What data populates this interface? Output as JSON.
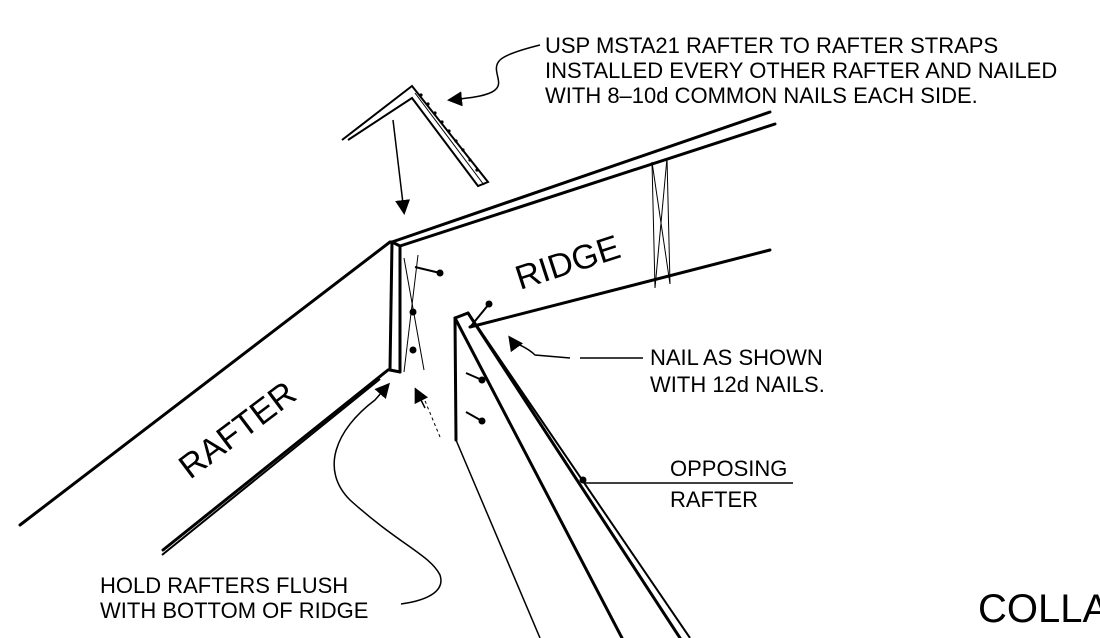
{
  "notes": {
    "straps": {
      "line1": "USP MSTA21 RAFTER TO RAFTER STRAPS",
      "line2": "INSTALLED EVERY OTHER RAFTER AND NAILED",
      "line3": "WITH 8–10d COMMON NAILS EACH SIDE."
    },
    "nail": {
      "line1": "NAIL AS SHOWN",
      "line2": "WITH 12d NAILS."
    },
    "opposing": {
      "line1": "OPPOSING",
      "line2": "RAFTER"
    },
    "hold": {
      "line1": "HOLD RAFTERS FLUSH",
      "line2": "WITH BOTTOM OF RIDGE"
    }
  },
  "labels": {
    "ridge": "RIDGE",
    "rafter": "RAFTER",
    "title_partial": "COLLA"
  }
}
